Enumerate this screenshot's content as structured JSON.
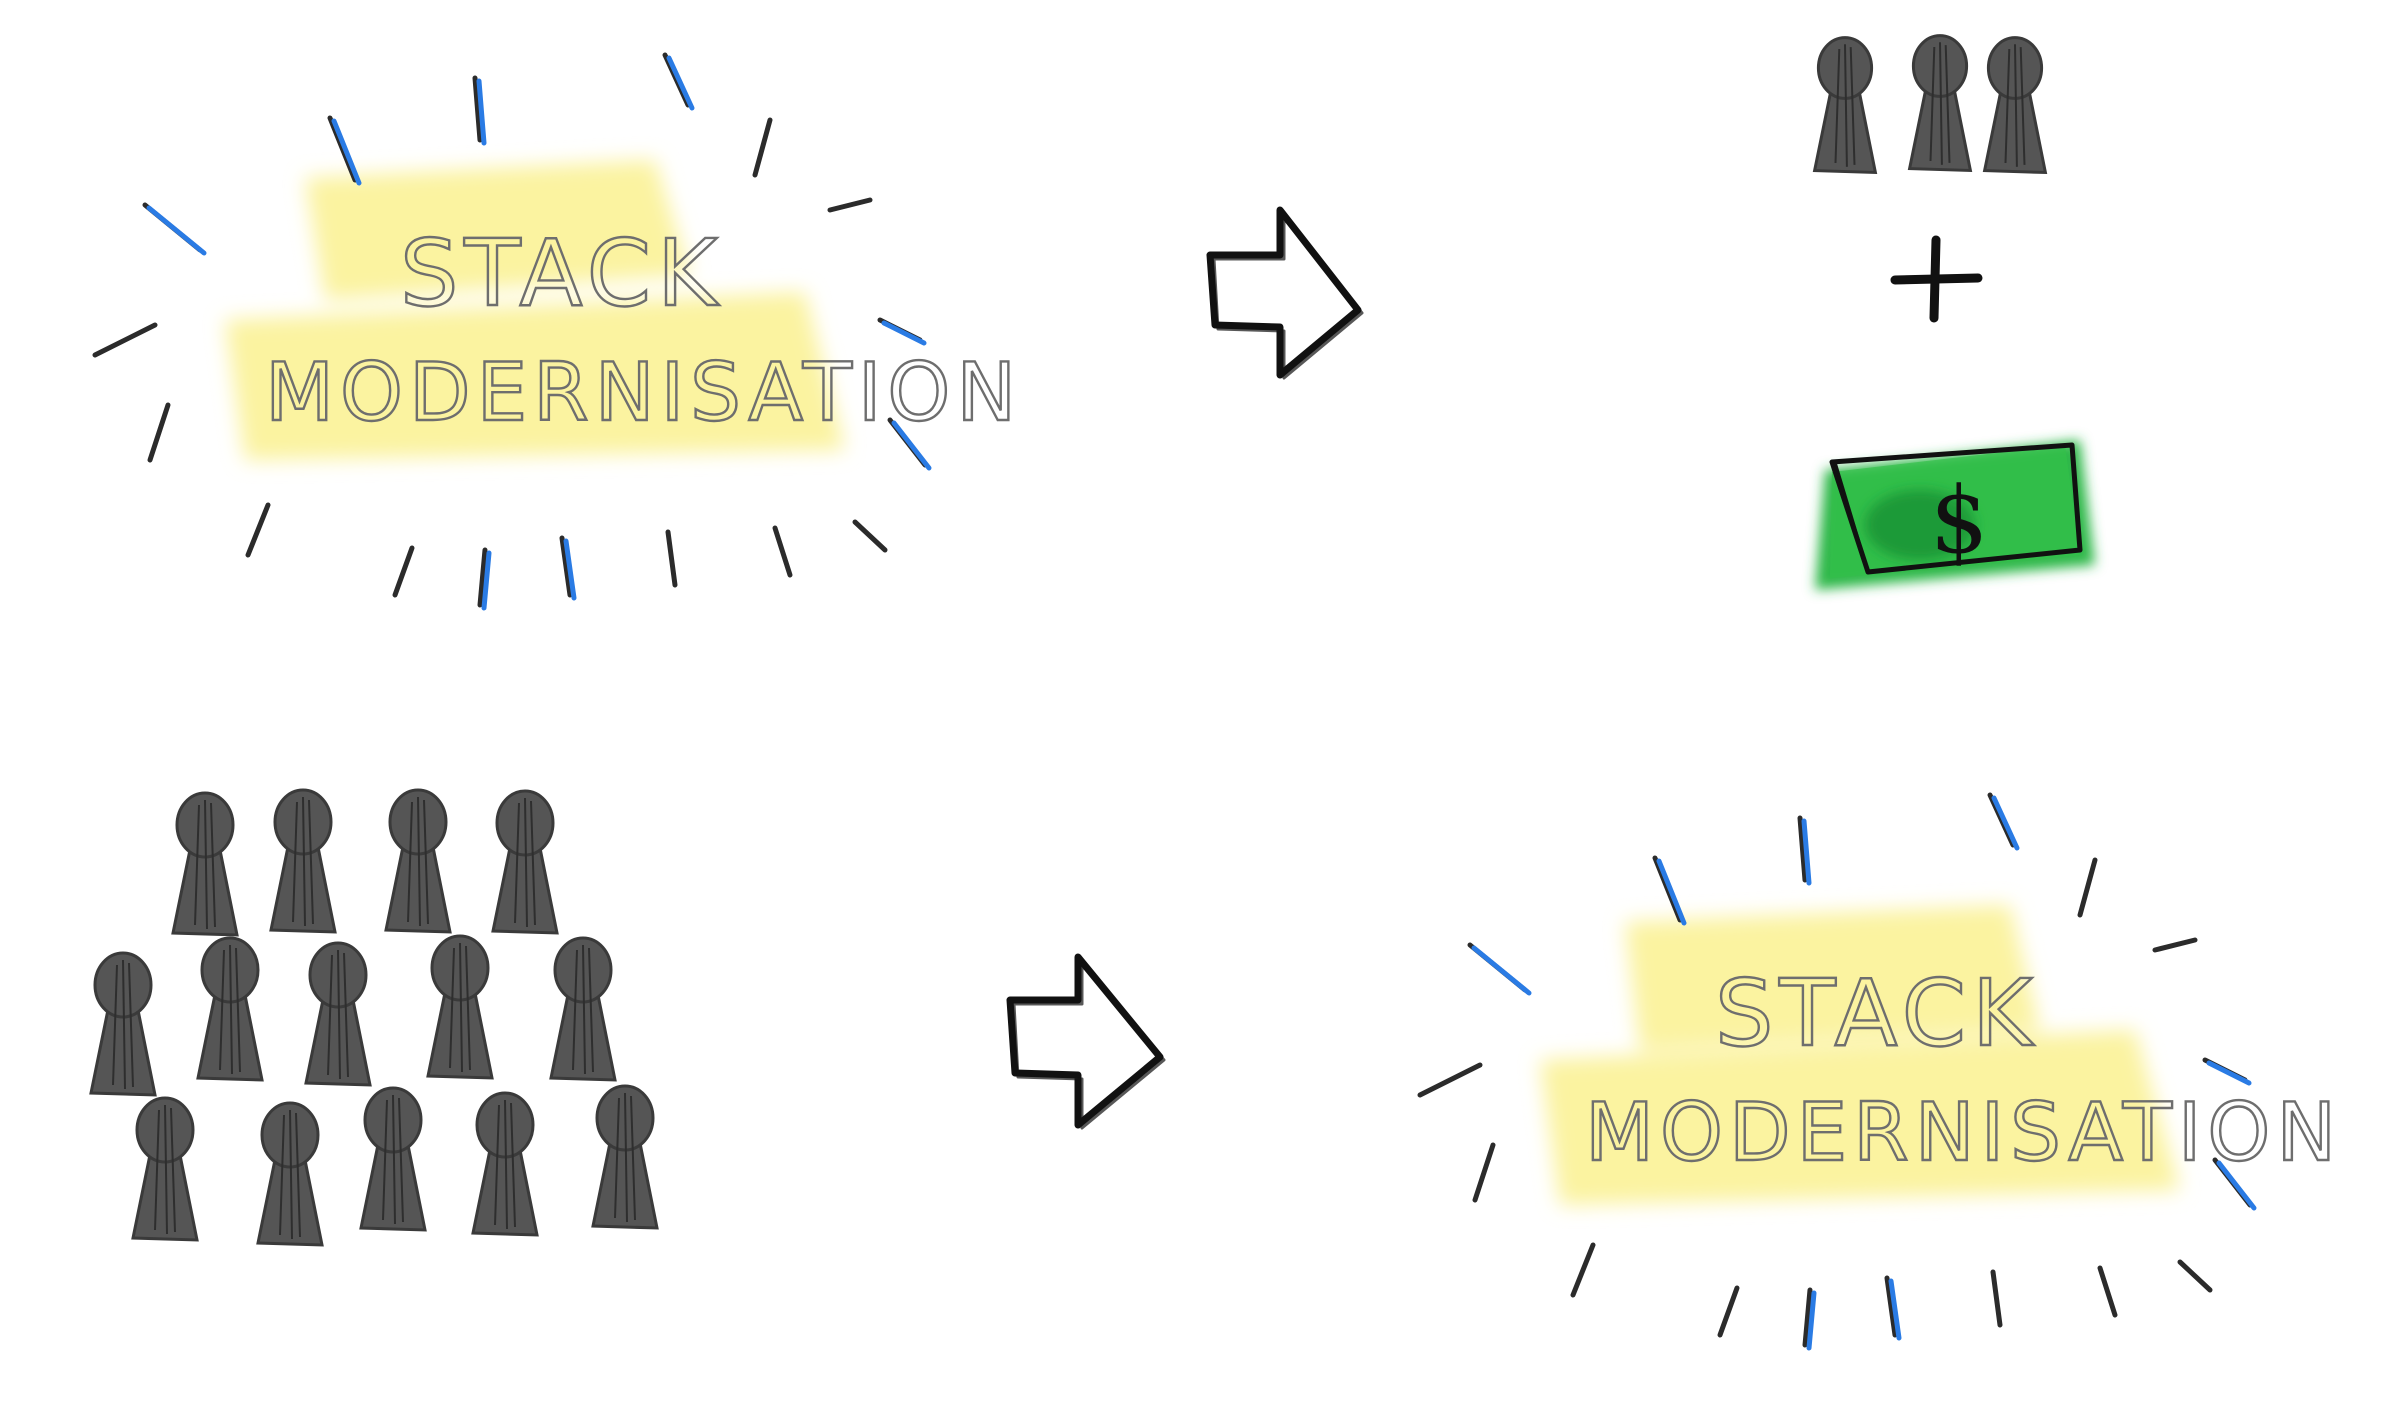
{
  "colors": {
    "highlight": "#fbf3a0",
    "text": "#6e6e6e",
    "ray_dark": "#2b2b2b",
    "ray_blue": "#2a7be4",
    "person": "#555555",
    "money_green": "#2fb84a",
    "ink": "#111111"
  },
  "panels": {
    "top_left": {
      "line1": "STACK",
      "line2": "MODERNISATION"
    },
    "bottom_right": {
      "line1": "STACK",
      "line2": "MODERNISATION"
    }
  },
  "money": {
    "symbol": "$"
  },
  "plus": {
    "symbol": "+"
  },
  "icons": {
    "arrow_top": "right-arrow-icon",
    "arrow_bottom": "right-arrow-icon",
    "person": "person-icon",
    "money": "dollar-bill-icon"
  },
  "counts": {
    "small_team": 3,
    "large_team": 14
  }
}
